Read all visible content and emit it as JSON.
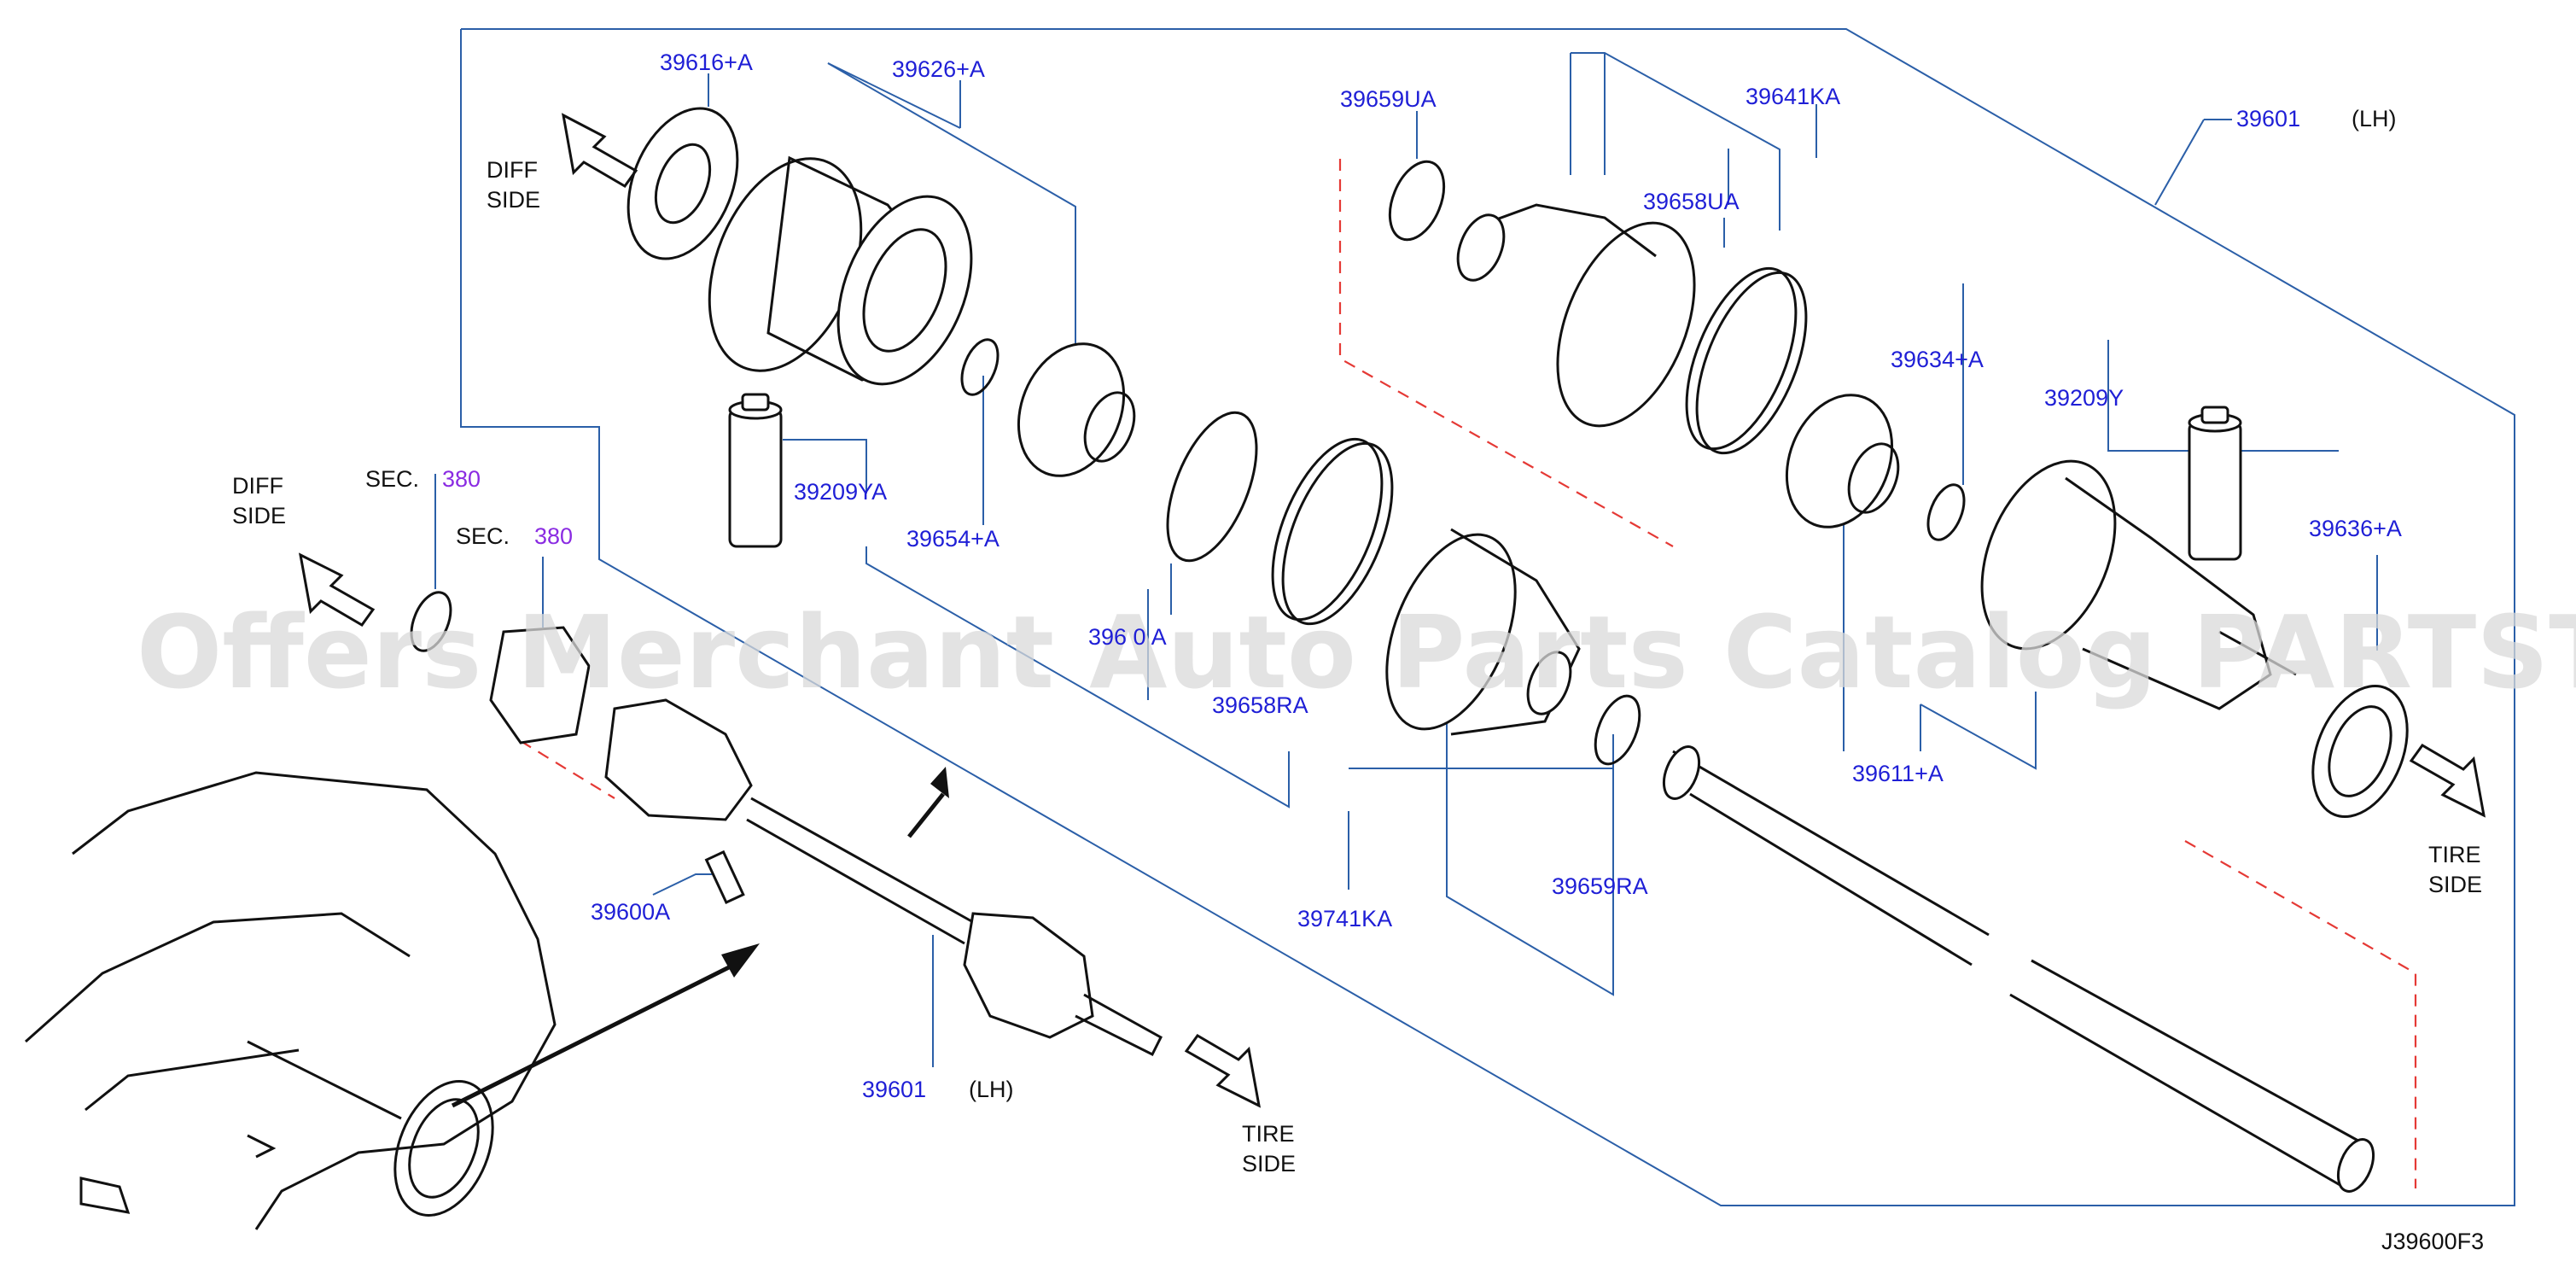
{
  "diagram": {
    "reference_code": "J39600F3",
    "watermark": "Offers Merchant Auto Parts Catalog PARTSTORE.SA",
    "colors": {
      "part_number": "#1f1fd6",
      "section_ref": "#8a2be2",
      "leader": "#2b5fa8",
      "hidden_line": "#e53935"
    },
    "direction_labels": {
      "diff_side_top": [
        "DIFF",
        "SIDE"
      ],
      "diff_side_left": [
        "DIFF",
        "SIDE"
      ],
      "tire_side_right": [
        "TIRE",
        "SIDE"
      ],
      "tire_side_bottom": [
        "TIRE",
        "SIDE"
      ]
    },
    "section_refs": [
      {
        "prefix": "SEC.",
        "number": "380"
      },
      {
        "prefix": "SEC.",
        "number": "380"
      }
    ],
    "part_numbers": {
      "p39616": "39616+A",
      "p39626": "39626+A",
      "p39659UA": "39659UA",
      "p39641KA": "39641KA",
      "p39601_top": "39601",
      "p39601_top_side": "(LH)",
      "p39658UA": "39658UA",
      "p39634": "39634+A",
      "p39209Y": "39209Y",
      "p39209YA": "39209YA",
      "p39654": "39654+A",
      "p39600_partial": "396 0 A",
      "p39636": "39636+A",
      "p39658RA": "39658RA",
      "p39611": "39611+A",
      "p39741KA": "39741KA",
      "p39659RA": "39659RA",
      "p39600A": "39600A",
      "p39601_bottom": "39601",
      "p39601_bottom_side": "(LH)"
    }
  }
}
